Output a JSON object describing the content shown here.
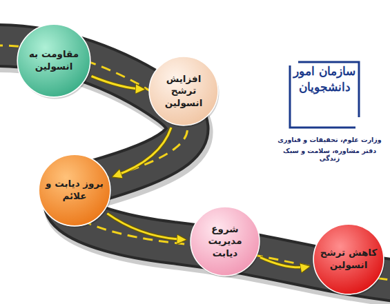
{
  "diagram": {
    "nodes": [
      {
        "text": [
          "مقاومت به انسولین"
        ]
      },
      {
        "text": [
          "افزایش ترشح انسولین"
        ]
      },
      {
        "text": [
          "بروز دیابت و علائم"
        ]
      },
      {
        "text": [
          "شروع مدیریت دیابت"
        ]
      },
      {
        "text": [
          "کاهش ترشح انسولین"
        ]
      }
    ],
    "edges": [
      {
        "from": 0,
        "to": 1,
        "arrow": "to"
      },
      {
        "from": 1,
        "to": 2,
        "arrow": "to"
      },
      {
        "from": 2,
        "to": 3,
        "arrow": "to"
      },
      {
        "from": 3,
        "to": 4,
        "arrow": "to"
      }
    ],
    "labels": [
      "سازمان امور دانشجویان",
      "وزارت علوم، تحقیقات و فناوری",
      "دفتر مشاوره، سلامت و سبک زندگی"
    ]
  }
}
